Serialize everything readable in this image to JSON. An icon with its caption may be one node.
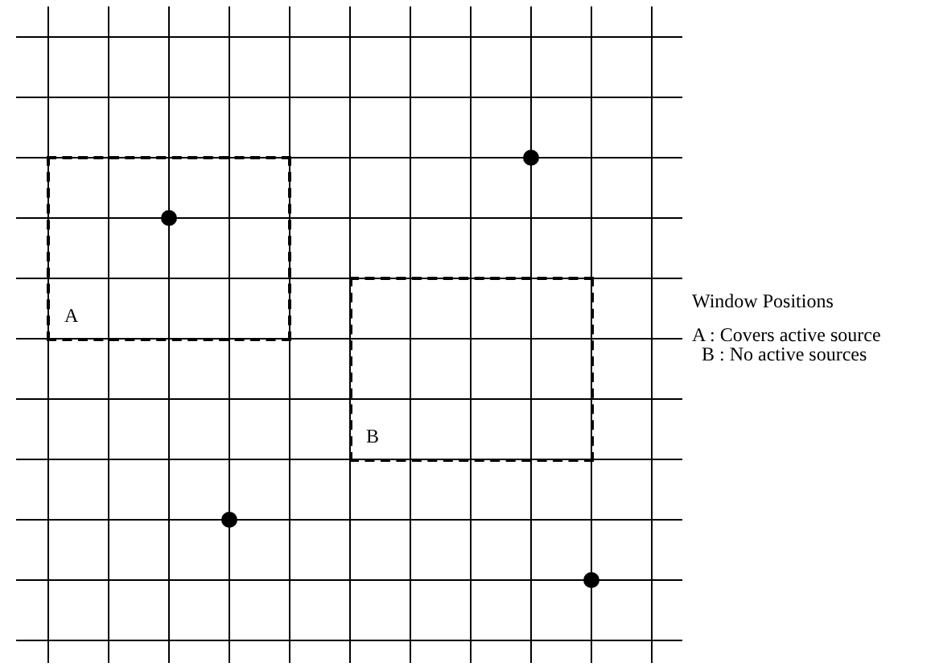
{
  "diagram": {
    "nodes": [
      {
        "text": [
          "A"
        ]
      },
      {
        "text": [
          "B"
        ]
      }
    ],
    "edges": [],
    "labels": [
      "Window Positions",
      "A : Covers active source",
      "B : No active sources"
    ]
  }
}
